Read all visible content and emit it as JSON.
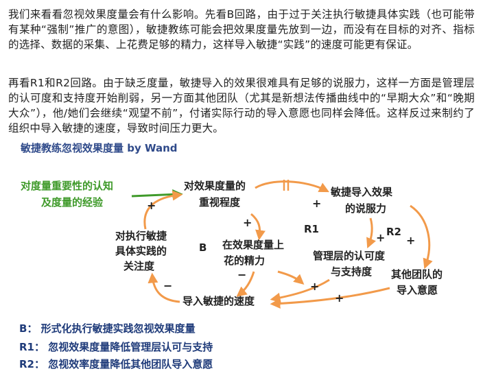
{
  "article": {
    "paragraph1": "我们来看看忽视效果度量会有什么影响。先看B回路，由于过于关注执行敏捷具体实践（也可能带有某种“强制”推广的意图），敏捷教练可能会把效果度量先放到一边，而没有在目标的对齐、指标的选择、数据的采集、上花费足够的精力，这样导入敏捷“实践”的速度可能更有保证。",
    "paragraph2": "再看R1和R2回路。由于缺乏度量，敏捷导入的效果很难具有足够的说服力，这样一方面是管理层的认可度和支持度开始削弱，另一方面其他团队（尤其是新想法传播曲线中的“早期大众”和“晚期大众”），他/她们会继续“观望不前”，付诸实际行动的导入意愿也同样会降低。这样反过来制约了组织中导入敏捷的速度，导致时间压力更大。"
  },
  "diagram": {
    "title": "敏捷教练忽视效果度量 by Wand",
    "external": [
      "对度量重要性的认知",
      "及度量的经验"
    ],
    "nodes": {
      "importance": [
        "对效果度量的",
        "重视程度"
      ],
      "focus": [
        "对执行敏捷",
        "具体实践的",
        "关注度"
      ],
      "effort": [
        "在效果度量上",
        "花的精力"
      ],
      "persuasion": [
        "敏捷导入效果",
        "的说服力"
      ],
      "management": [
        "管理层的认可度",
        "与支持度"
      ],
      "teams": [
        "其他团队的",
        "导入意愿"
      ],
      "speed": "导入敏捷的速度"
    },
    "loops": {
      "b": "B",
      "r1": "R1",
      "r2": "R2"
    },
    "signs": {
      "plus": "+",
      "minus": "−"
    }
  },
  "legend": {
    "b": "B： 形式化执行敏捷实践忽视效果度量",
    "r1": "R1： 忽视效果度量降低管理层认可与支持",
    "r2": "R2： 忽视效率度量降低其他团队导入意愿"
  },
  "colors": {
    "arrow": "#f29a4a",
    "green": "#3f9a2a",
    "legend": "#1f3b7a",
    "title": "#2f4a8a"
  }
}
